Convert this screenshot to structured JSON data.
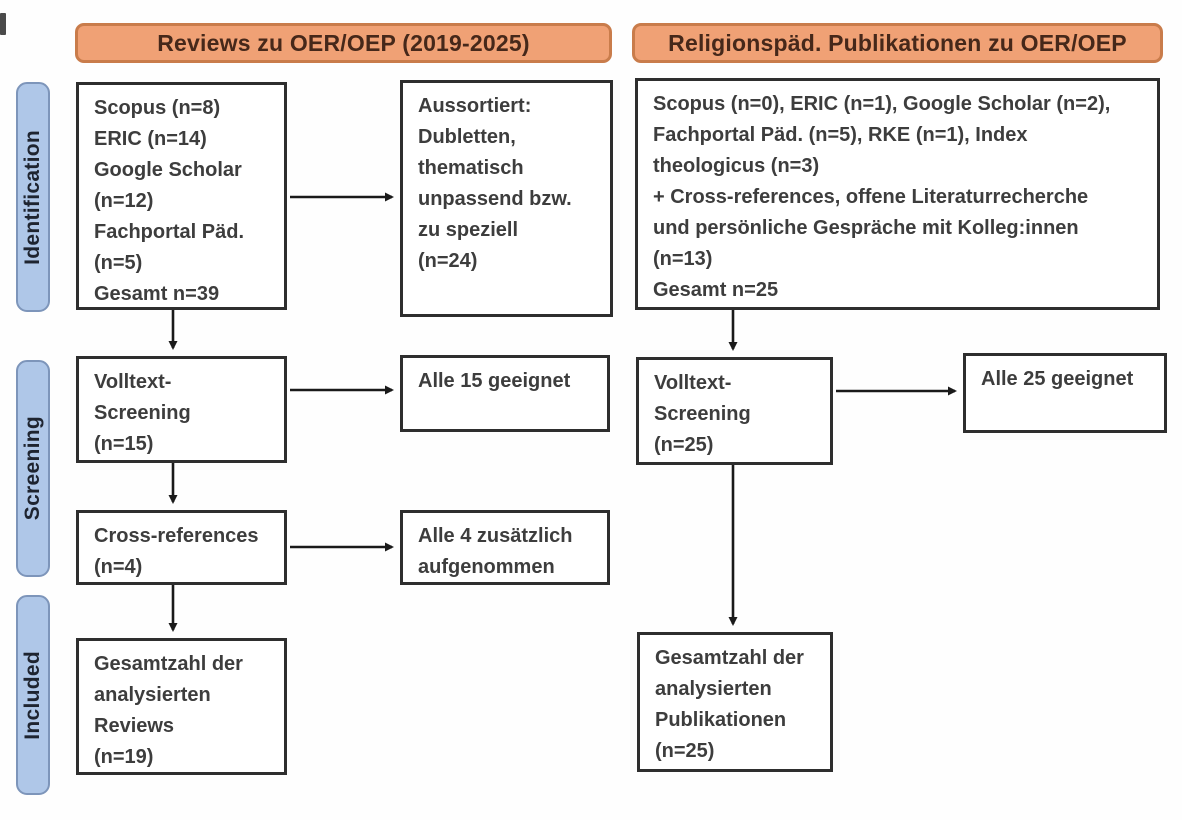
{
  "headers": {
    "left": "Reviews zu OER/OEP (2019-2025)",
    "right": "Religionspäd. Publikationen zu OER/OEP"
  },
  "stages": [
    {
      "label": "Identification"
    },
    {
      "label": "Screening"
    },
    {
      "label": "Included"
    }
  ],
  "left_flow": {
    "sources": "Scopus (n=8)\nERIC (n=14)\nGoogle Scholar\n(n=12)\nFachportal Päd.\n(n=5)\nGesamt n=39",
    "excluded": "Aussortiert:\nDubletten,\nthematisch\nunpassend bzw.\nzu speziell\n(n=24)",
    "fulltext_screening": "Volltext-\nScreening\n(n=15)",
    "eligible": "Alle 15 geeignet",
    "cross_references": "Cross-references\n(n=4)",
    "added": "Alle 4 zusätzlich\naufgenommen",
    "included_total": "Gesamtzahl der\nanalysierten\nReviews\n(n=19)"
  },
  "right_flow": {
    "sources": "Scopus (n=0), ERIC (n=1), Google Scholar (n=2),\nFachportal Päd. (n=5), RKE (n=1), Index\ntheologicus (n=3)\n+ Cross-references, offene Literaturrecherche\nund persönliche Gespräche mit Kolleg:innen\n(n=13)\nGesamt n=25",
    "fulltext_screening": "Volltext-\nScreening\n(n=25)",
    "eligible": "Alle 25 geeignet",
    "included_total": "Gesamtzahl der\nanalysierten\nPublikationen\n(n=25)"
  },
  "colors": {
    "header_fill": "#F0A175",
    "header_border": "#C97C4B",
    "header_text": "#46281A",
    "stage_fill": "#AFC7E8",
    "stage_border": "#7D95BA",
    "stage_text": "#1E2430",
    "box_border": "#2E2E2E",
    "box_text": "#3D3D3D",
    "arrow": "#1A1A1A"
  }
}
